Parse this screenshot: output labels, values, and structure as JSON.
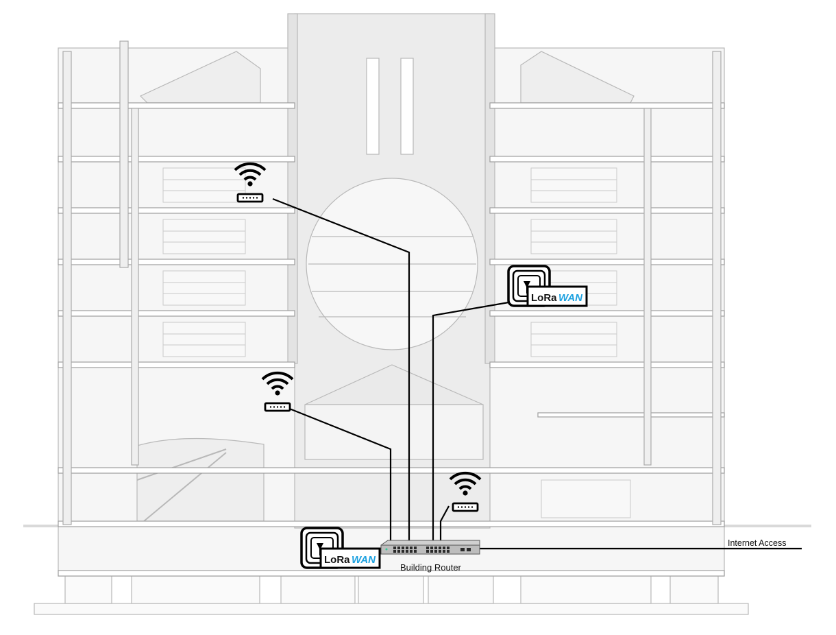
{
  "labels": {
    "internet_access": "Internet Access",
    "building_router": "Building Router",
    "lorawan_left": "LoRa",
    "lorawan_right": "WAN"
  },
  "colors": {
    "line": "#000000",
    "building_stroke": "#b8b8b8",
    "building_fill": "#f2f2f2",
    "lorawan_accent": "#1da1e0"
  },
  "icons": [
    "wifi-router-icon",
    "lorawan-gateway-icon",
    "network-switch-icon"
  ]
}
